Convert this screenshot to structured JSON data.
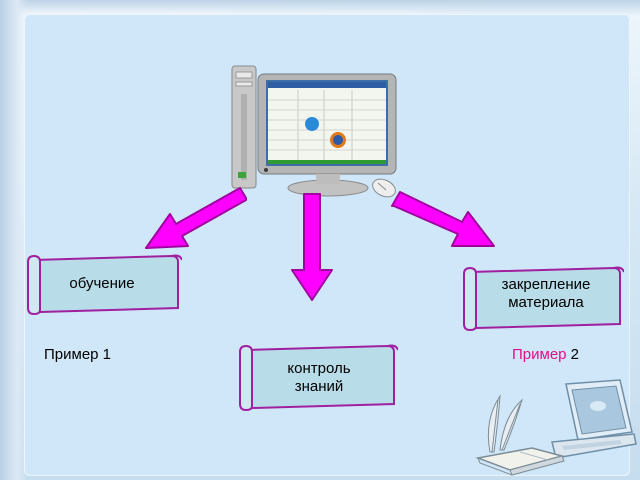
{
  "scrolls": {
    "learning": "обучение",
    "reinforce": "закрепление\nматериала",
    "control": "контроль\nзнаний"
  },
  "examples": {
    "example1": "Пример 1",
    "example2_word": "Пример",
    "example2_num": "2"
  },
  "colors": {
    "arrow_fill": "#ff00ff",
    "arrow_stroke": "#a000a0",
    "scroll_fill": "#b8dce8",
    "scroll_border": "#a020a0",
    "pink_text": "#e0108c"
  }
}
